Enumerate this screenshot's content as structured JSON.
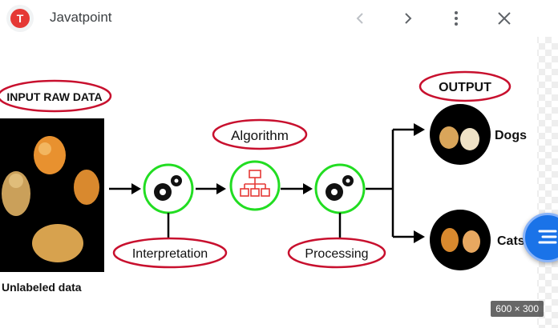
{
  "header": {
    "site_name": "Javatpoint",
    "favicon_letter": "T",
    "back_icon": "chevron-left-icon",
    "forward_icon": "chevron-right-icon",
    "more_icon": "more-vert-icon",
    "close_icon": "close-icon"
  },
  "diagram": {
    "input_label": "INPUT RAW DATA",
    "unlabeled_caption": "Unlabeled data",
    "algorithm_label": "Algorithm",
    "interpretation_label": "Interpretation",
    "processing_label": "Processing",
    "output_label": "OUTPUT",
    "dogs_label": "Dogs",
    "cats_label": "Cats"
  },
  "image_dimensions": "600 × 300",
  "colors": {
    "ellipse_stroke": "#c8102e",
    "circle_stroke": "#22dd22",
    "fab": "#1a73e8",
    "favicon_red": "#e53935"
  }
}
